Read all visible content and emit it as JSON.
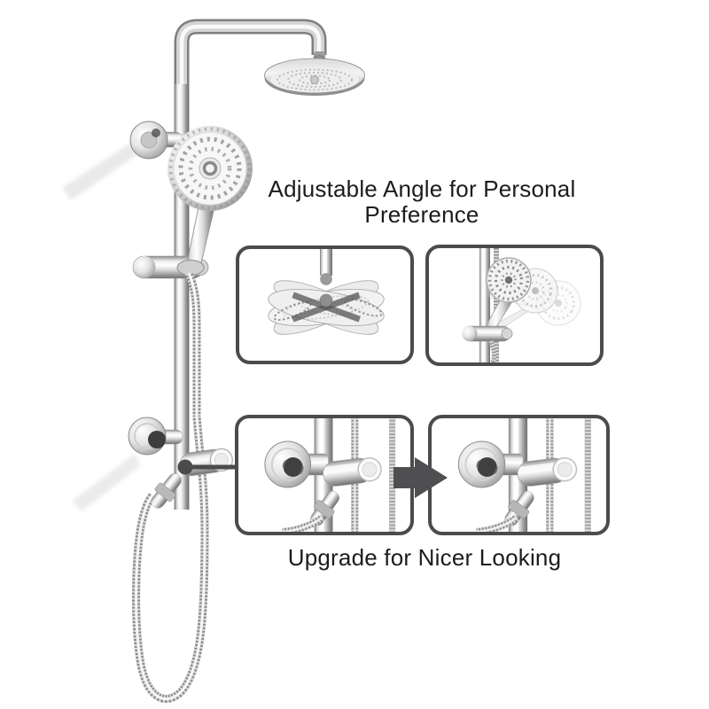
{
  "page": {
    "background_color": "#ffffff",
    "heading": {
      "line1": "Adjustable Angle for Personal",
      "line2": "Preference"
    },
    "caption": "Upgrade for Nicer Looking",
    "text_color": "#1c1c1c"
  },
  "product_photo": {
    "description": "chrome shower system",
    "parts": [
      "rain-shower-head",
      "gooseneck-arm",
      "wall-mount",
      "slide-bar",
      "handheld-shower-head",
      "slider-clamp",
      "diverter-bracket",
      "flexible-hose"
    ]
  },
  "insets": {
    "border_color": "#4b4b4d",
    "row1": [
      {
        "name": "rainhead-angle-inset"
      },
      {
        "name": "handheld-angle-inset"
      }
    ],
    "row2": [
      {
        "name": "bracket-closeup-before-inset"
      },
      {
        "name": "bracket-closeup-after-inset"
      }
    ]
  },
  "icons": {
    "arrow": "right-arrow-icon",
    "callout": "callout-dot-and-line"
  },
  "colors": {
    "accent_gray": "#4b4b4d",
    "chrome_light": "#f5f5f5",
    "chrome_mid": "#c9c9c9",
    "chrome_dark": "#7a7a7a"
  }
}
